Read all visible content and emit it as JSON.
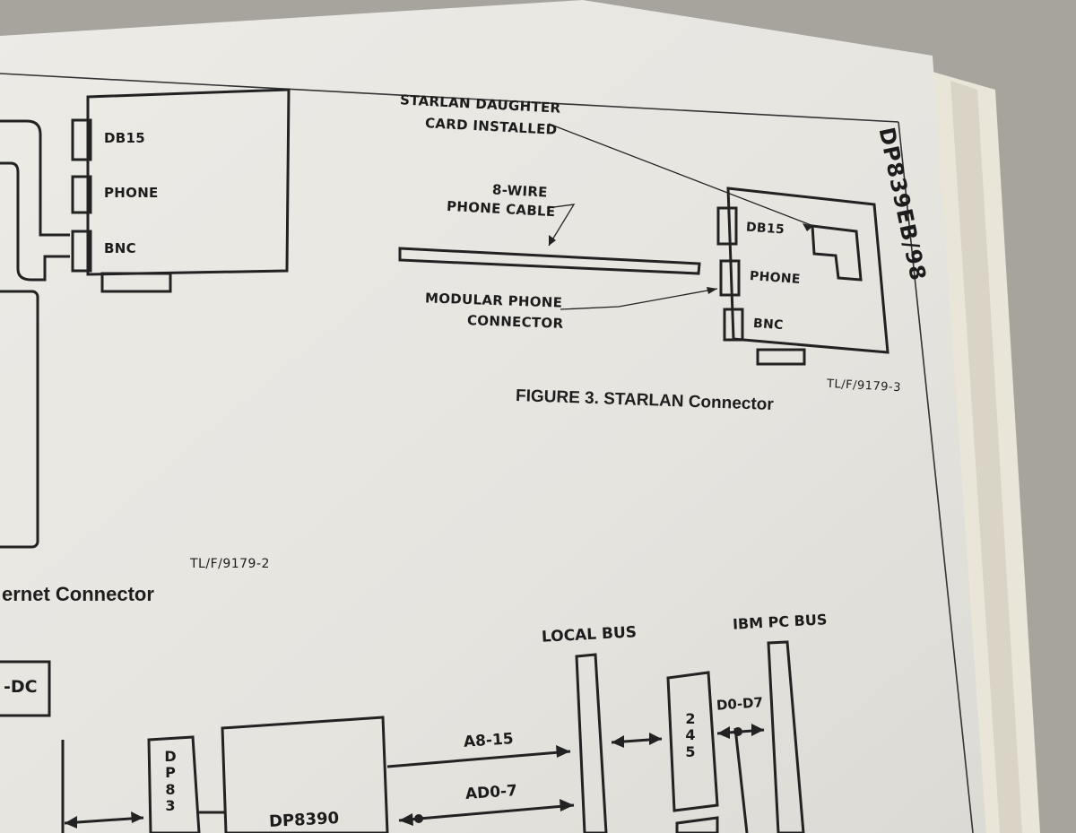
{
  "header": {
    "side_title": "DP839EB/98"
  },
  "figure2": {
    "db15": "DB15",
    "phone": "PHONE",
    "bnc": "BNC",
    "code": "TL/F/9179-2",
    "caption_partial": "ernet Connector"
  },
  "figure3": {
    "daughter_card_line1": "STARLAN DAUGHTER",
    "daughter_card_line2": "CARD INSTALLED",
    "cable_line1": "8-WIRE",
    "cable_line2": "PHONE CABLE",
    "connector_line1": "MODULAR PHONE",
    "connector_line2": "CONNECTOR",
    "db15": "DB15",
    "phone": "PHONE",
    "bnc": "BNC",
    "code": "TL/F/9179-3",
    "caption": "FIGURE 3. STARLAN Connector"
  },
  "block_diagram": {
    "dc_label": "-DC",
    "dp83_letters": [
      "D",
      "P",
      "8",
      "3"
    ],
    "dp8390": "DP8390",
    "a8_15": "A8-15",
    "ad0_7": "AD0-7",
    "local_bus": "LOCAL BUS",
    "ibm_pc_bus": "IBM PC BUS",
    "chip_245": [
      "2",
      "4",
      "5"
    ],
    "d0_d7": "D0-D7"
  }
}
